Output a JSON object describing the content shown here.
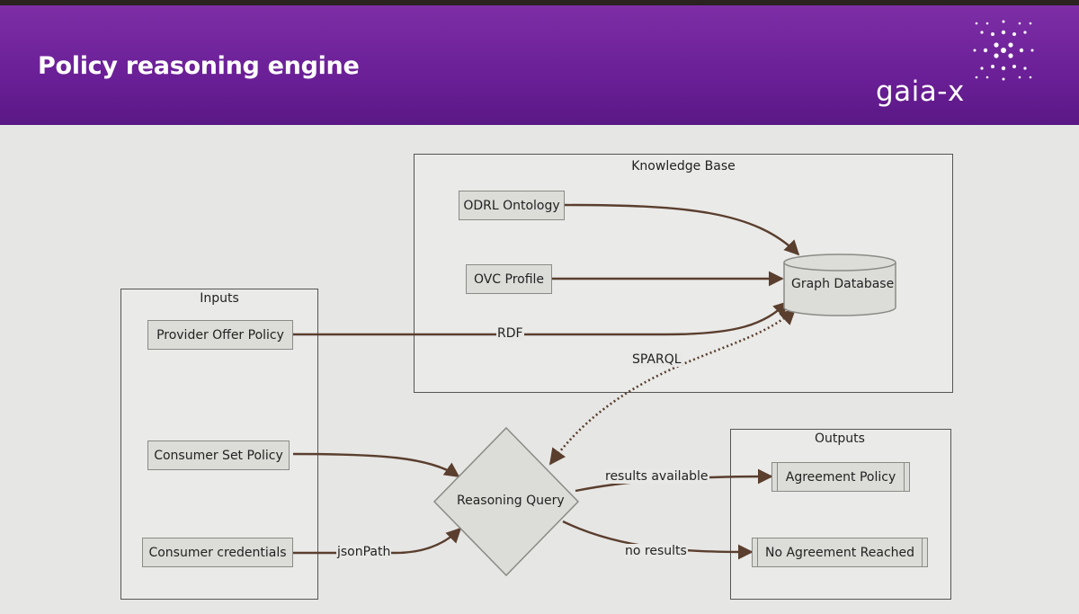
{
  "slide": {
    "title": "Policy reasoning engine",
    "logo": "gaia-x",
    "colors": {
      "header": "#6a1f96",
      "background": "#e6e6e4",
      "edge": "#5a3e2e"
    }
  },
  "groups": {
    "knowledge_base": "Knowledge Base",
    "inputs": "Inputs",
    "outputs": "Outputs"
  },
  "nodes": {
    "odrl_ontology": "ODRL Ontology",
    "ovc_profile": "OVC Profile",
    "graph_database": "Graph Database",
    "provider_offer_policy": "Provider Offer Policy",
    "consumer_set_policy": "Consumer Set Policy",
    "consumer_credentials": "Consumer credentials",
    "reasoning_query": "Reasoning Query",
    "agreement_policy": "Agreement Policy",
    "no_agreement_reached": "No Agreement Reached"
  },
  "edge_labels": {
    "rdf": "RDF",
    "sparql": "SPARQL",
    "json_path": "jsonPath",
    "results_available": "results available",
    "no_results": "no results"
  }
}
